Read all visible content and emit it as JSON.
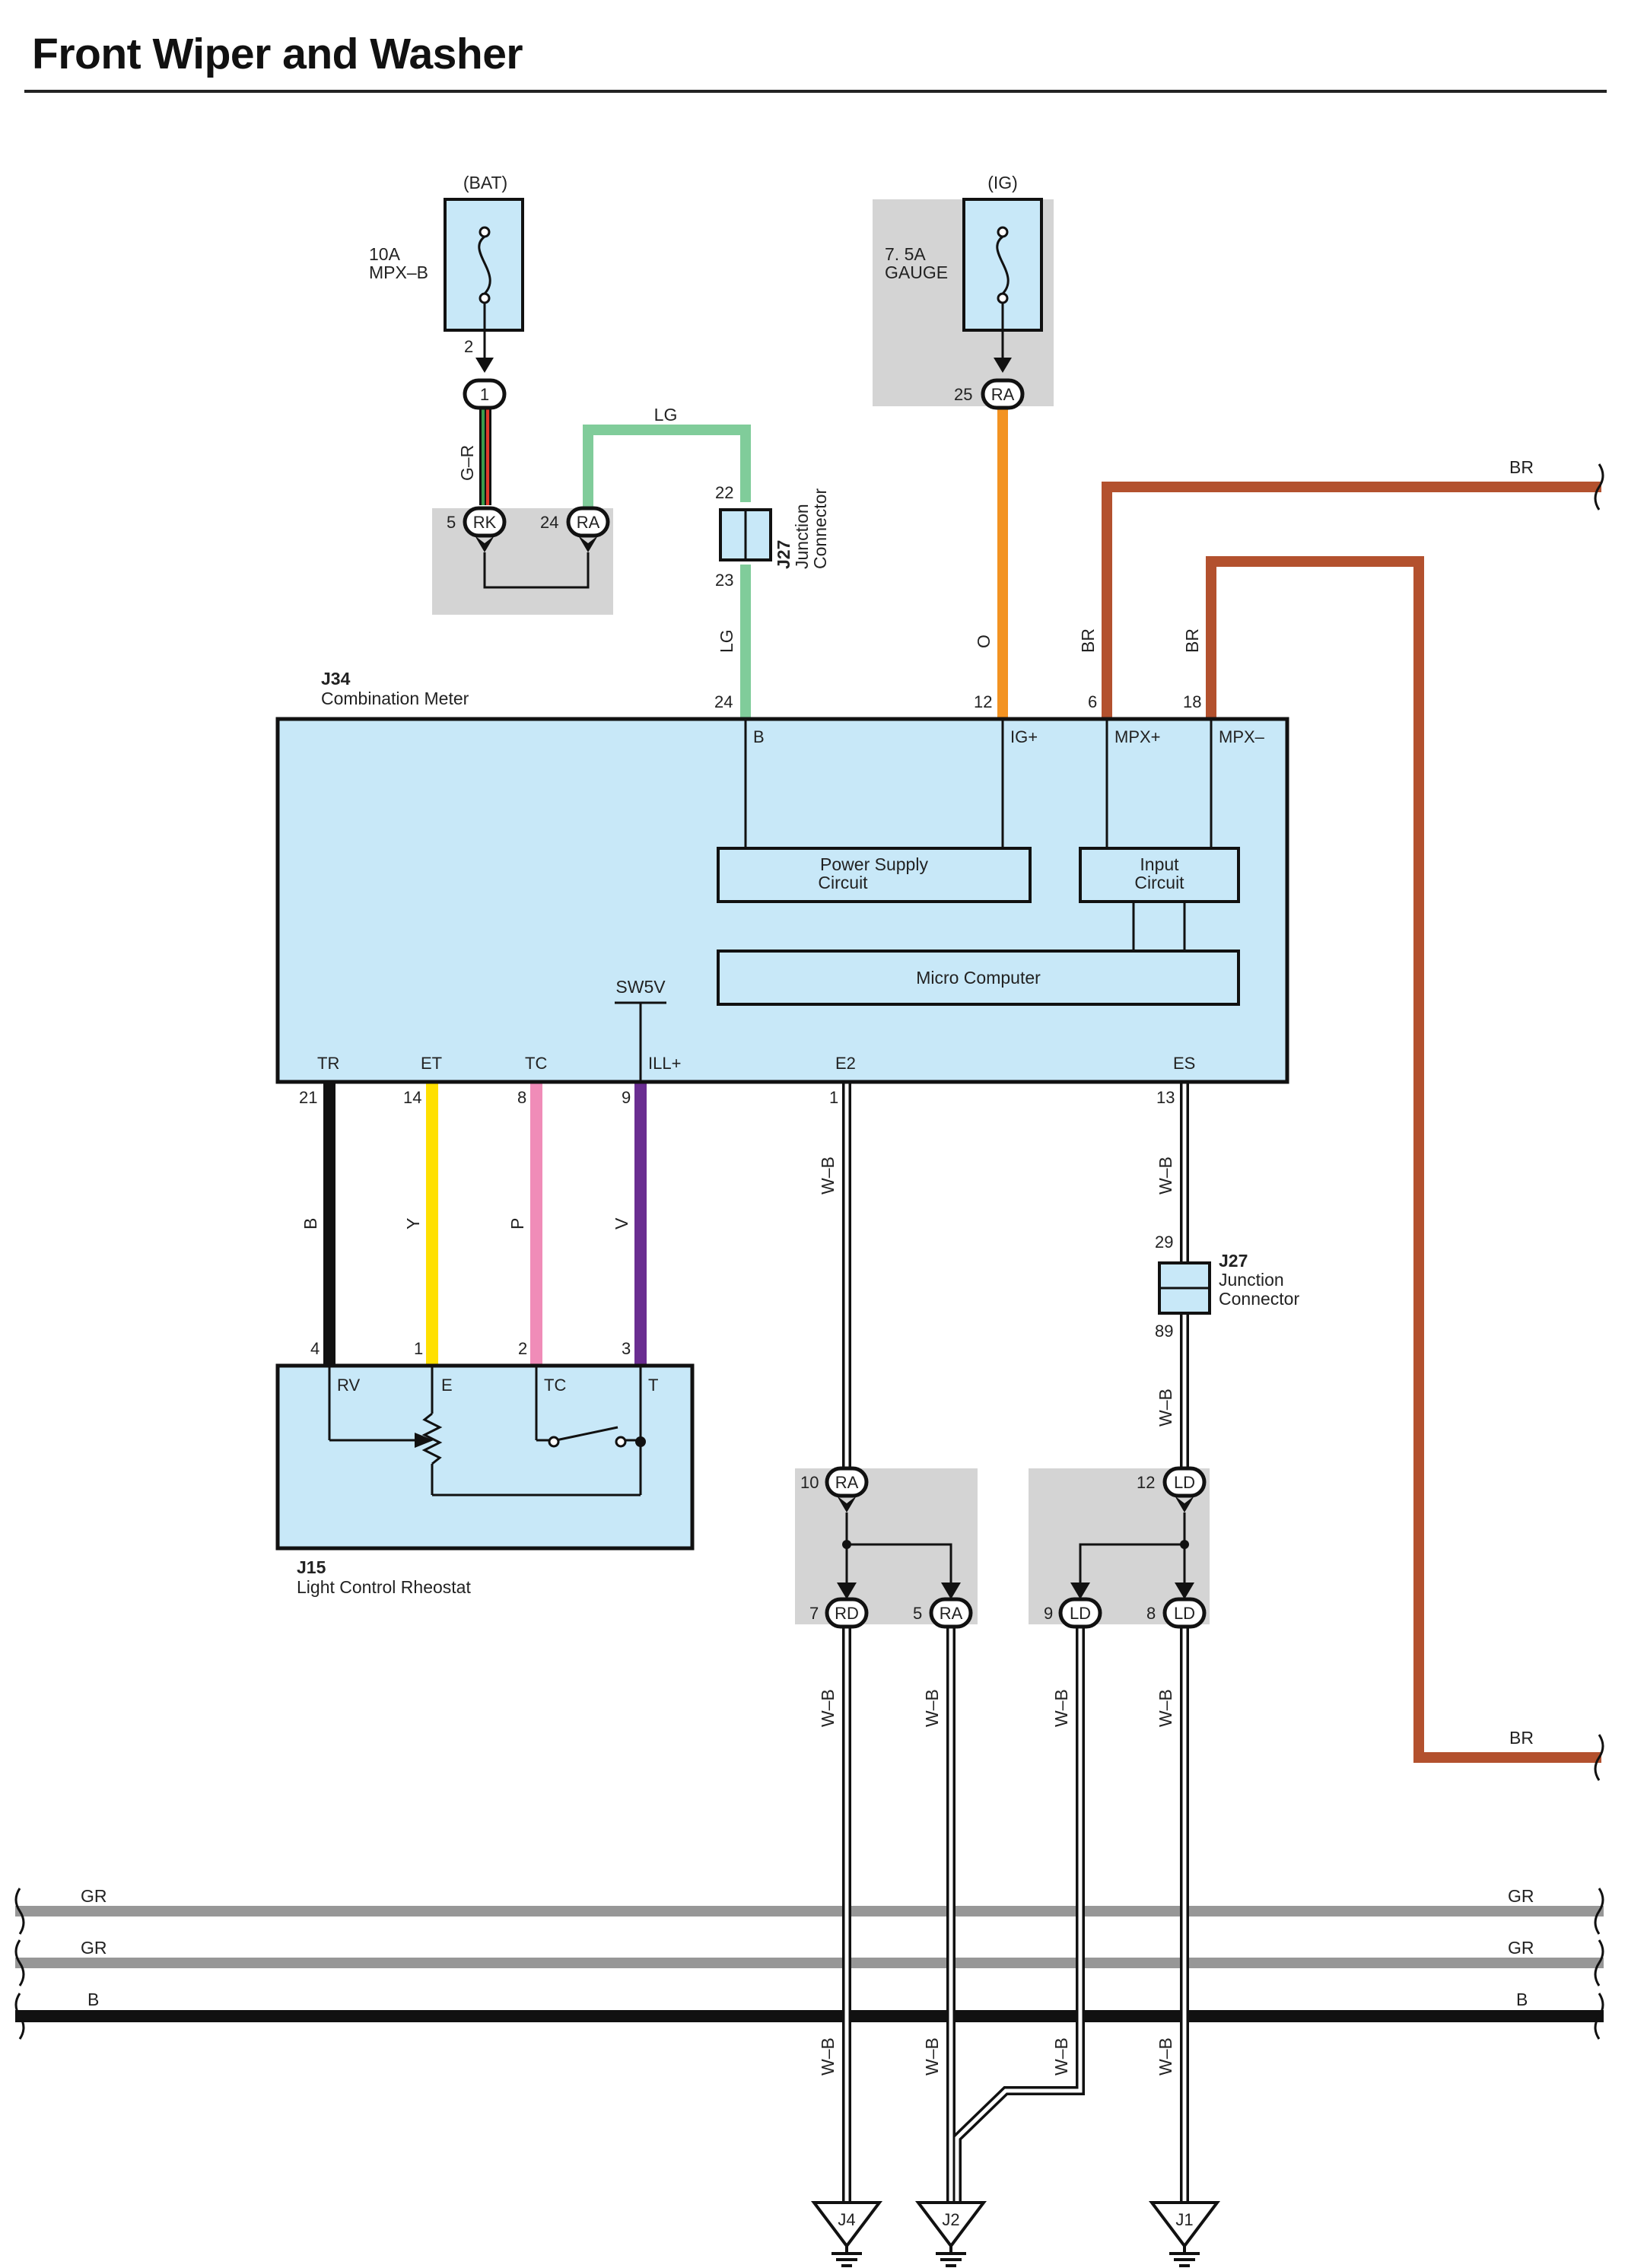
{
  "title": "Front Wiper and Washer",
  "fuses": {
    "bat": {
      "source": "(BAT)",
      "rating": "10A",
      "name": "MPX–B",
      "pin": "2"
    },
    "ig": {
      "source": "(IG)",
      "rating": "7. 5A",
      "name": "GAUGE",
      "pin": "25",
      "connector": "RA"
    }
  },
  "connectors": {
    "c1": "1",
    "rk": "RK",
    "rk_pin": "5",
    "ra": "RA",
    "ra_pin": "24",
    "ra10": "RA",
    "ra10_pin": "10",
    "rd7": "RD",
    "rd7_pin": "7",
    "ra5": "RA",
    "ra5_pin": "5",
    "ld12": "LD",
    "ld12_pin": "12",
    "ld9": "LD",
    "ld9_pin": "9",
    "ld8": "LD",
    "ld8_pin": "8"
  },
  "junction_top": {
    "id": "J27",
    "line1": "Junction",
    "line2": "Connector",
    "pin_top": "22",
    "pin_bottom": "23"
  },
  "junction_mid": {
    "id": "J27",
    "line1": "Junction",
    "line2": "Connector",
    "pin_top": "29",
    "pin_bottom": "89"
  },
  "meter": {
    "id": "J34",
    "name": "Combination Meter",
    "power_supply": [
      "Power Supply",
      "Circuit"
    ],
    "input_circuit": [
      "Input",
      "Circuit"
    ],
    "micro": "Micro Computer",
    "sw5v": "SW5V",
    "terminals": [
      {
        "name": "B",
        "pin": "24"
      },
      {
        "name": "IG+",
        "pin": "12"
      },
      {
        "name": "MPX+",
        "pin": "6"
      },
      {
        "name": "MPX–",
        "pin": "18"
      },
      {
        "name": "TR",
        "pin": "21"
      },
      {
        "name": "ET",
        "pin": "14"
      },
      {
        "name": "TC",
        "pin": "8"
      },
      {
        "name": "ILL+",
        "pin": "9"
      },
      {
        "name": "E2",
        "pin": "1"
      },
      {
        "name": "ES",
        "pin": "13"
      }
    ]
  },
  "rheostat": {
    "id": "J15",
    "name": "Light Control Rheostat",
    "terminals": [
      {
        "name": "RV",
        "pin": "4"
      },
      {
        "name": "E",
        "pin": "1"
      },
      {
        "name": "TC",
        "pin": "2"
      },
      {
        "name": "T",
        "pin": "3"
      }
    ]
  },
  "wire_labels": {
    "gr_wire": "G–R",
    "lg_top": "LG",
    "lg_vert": "LG",
    "o": "O",
    "br1": "BR",
    "br2": "BR",
    "br_right_top": "BR",
    "br_right_bottom": "BR",
    "b": "B",
    "y": "Y",
    "p": "P",
    "v": "V",
    "wb": "W–B",
    "gr1_left": "GR",
    "gr1_right": "GR",
    "gr2_left": "GR",
    "gr2_right": "GR",
    "b_left": "B",
    "b_right": "B"
  },
  "grounds": [
    "J4",
    "J2",
    "J1"
  ],
  "colors": {
    "box_fill": "#c8e8f8",
    "gray_fill": "#d4d4d4",
    "lg": "#80cc9a",
    "orange": "#f39322",
    "brown": "#b3512e",
    "yellow": "#ffe000",
    "pink": "#f08cb8",
    "violet": "#6a2d91",
    "gray_wire": "#979797",
    "black": "#111111",
    "g_green": "#3a9c4a",
    "r_red": "#e03a2a"
  }
}
